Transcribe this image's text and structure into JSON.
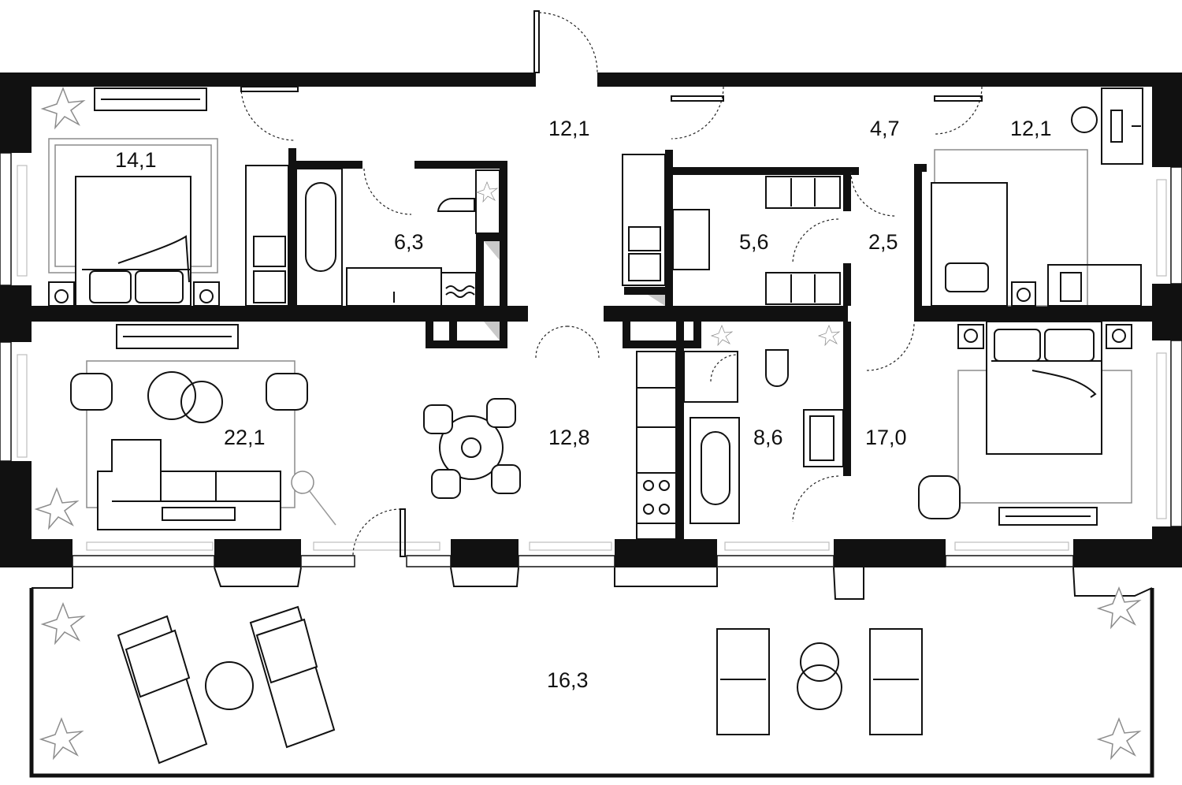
{
  "rooms": [
    {
      "id": "bedroom-left",
      "area": "14,1"
    },
    {
      "id": "hall-top",
      "area": "12,1"
    },
    {
      "id": "bathroom-left",
      "area": "6,3"
    },
    {
      "id": "corridor-top-right",
      "area": "4,7"
    },
    {
      "id": "bedroom-top-right",
      "area": "12,1"
    },
    {
      "id": "wardrobe",
      "area": "5,6"
    },
    {
      "id": "corridor-right",
      "area": "2,5"
    },
    {
      "id": "living-room",
      "area": "22,1"
    },
    {
      "id": "kitchen-dining",
      "area": "12,8"
    },
    {
      "id": "bathroom-center",
      "area": "8,6"
    },
    {
      "id": "bedroom-master",
      "area": "17,0"
    },
    {
      "id": "terrace",
      "area": "16,3"
    }
  ],
  "colors": {
    "wall": "#111111",
    "line": "#111111",
    "furniture_gray": "#8c8c8c",
    "background": "#ffffff"
  },
  "icons": [
    "plant-icon",
    "bed-icon",
    "sofa-icon",
    "armchair-icon",
    "dining-table-icon",
    "bathtub-icon",
    "toilet-icon",
    "sink-icon",
    "stove-icon",
    "lounger-icon",
    "door-icon",
    "window-icon"
  ]
}
